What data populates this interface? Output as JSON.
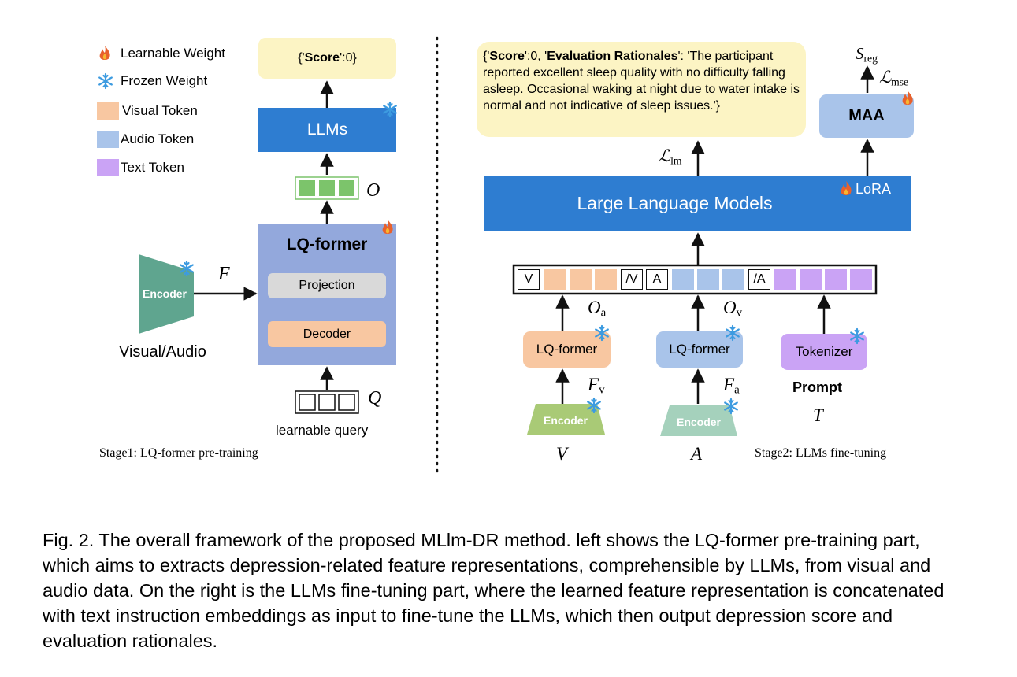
{
  "legend": {
    "learnable": "Learnable Weight",
    "frozen": "Frozen Weight",
    "visual": "Visual Token",
    "audio": "Audio Token",
    "text": "Text Token"
  },
  "colors": {
    "visual_token": "#f8c7a1",
    "audio_token": "#a9c4ea",
    "text_token": "#caa3f5",
    "llm_blue": "#2e7dd1",
    "lqformer_bg": "#93a8dc",
    "output_yellow": "#fcf4c4",
    "encoder_teal": "#5fa58f",
    "encoder_green": "#a9ca76",
    "encoder_mint": "#a5d1bc",
    "o_green": "#7cc46b",
    "snowflake": "#3d9be0",
    "flame": "#e8612c"
  },
  "stage1": {
    "output_pre": "{'",
    "output_bold": "Score",
    "output_post": "':0}",
    "llms": "LLMs",
    "lqformer": "LQ-former",
    "projection": "Projection",
    "decoder": "Decoder",
    "encoder": "Encoder",
    "input_label": "Visual/Audio",
    "f_label": "F",
    "o_label": "O",
    "q_label": "Q",
    "learnable_query": "learnable query",
    "stage_label": "Stage1: LQ-former pre-training"
  },
  "stage2": {
    "rationale": {
      "p1": "{'",
      "b1": "Score",
      "p2": "':0, '",
      "b2": "Evaluation Rationales",
      "p3": "': 'The participant reported excellent sleep quality with no difficulty falling asleep. Occasional waking at night due to water intake is normal and not indicative of sleep issues.'}"
    },
    "llm": "Large Language Models",
    "lora": "LoRA",
    "maa": "MAA",
    "s_reg": "S",
    "s_reg_sub": "reg",
    "l_mse": "ℒ",
    "l_mse_sub": "mse",
    "l_lm": "ℒ",
    "l_lm_sub": "lm",
    "tokens": {
      "v_start": "V",
      "v_end": "/V",
      "a_start": "A",
      "a_end": "/A"
    },
    "lqformer_v": "LQ-former",
    "lqformer_a": "LQ-former",
    "tokenizer": "Tokenizer",
    "encoder_v": "Encoder",
    "encoder_a": "Encoder",
    "oa": "O",
    "oa_sub": "a",
    "ov": "O",
    "ov_sub": "v",
    "fv": "F",
    "fv_sub": "v",
    "fa": "F",
    "fa_sub": "a",
    "prompt": "Prompt",
    "t_label": "T",
    "v_label": "V",
    "a_label": "A",
    "stage_label": "Stage2: LLMs fine-tuning"
  },
  "caption": "Fig. 2.  The overall framework of the proposed MLlm-DR method. left shows the LQ-former pre-training part, which aims to extracts depression-related feature representations, comprehensible by LLMs, from visual and audio data. On the right is the LLMs fine-tuning part, where the learned feature representation is concatenated with text instruction embeddings as input to fine-tune the LLMs, which then output depression score and evaluation rationales."
}
